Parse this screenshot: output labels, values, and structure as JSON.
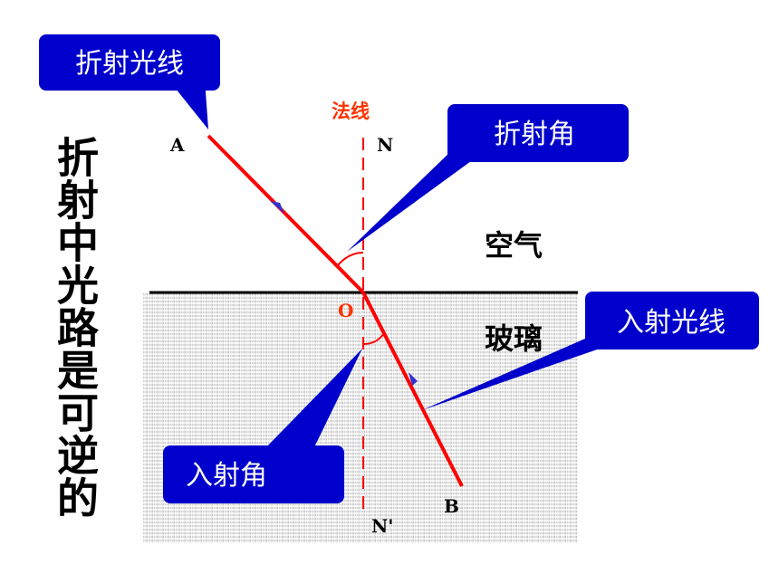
{
  "title_vertical": "折射中光路是可逆的",
  "labels": {
    "normal": "法线",
    "point_a": "A",
    "point_b": "B",
    "point_n": "N",
    "point_n_prime": "N'",
    "point_o": "O",
    "air": "空气",
    "glass": "玻璃"
  },
  "callouts": {
    "refracted_ray": "折射光线",
    "refraction_angle": "折射角",
    "incident_ray": "入射光线",
    "incidence_angle": "入射角"
  },
  "colors": {
    "ray": "#ff0000",
    "callout_fill": "#0000cc",
    "normal_label": "#ff3300",
    "point_o": "#ff3300",
    "arrow": "#3333cc"
  }
}
